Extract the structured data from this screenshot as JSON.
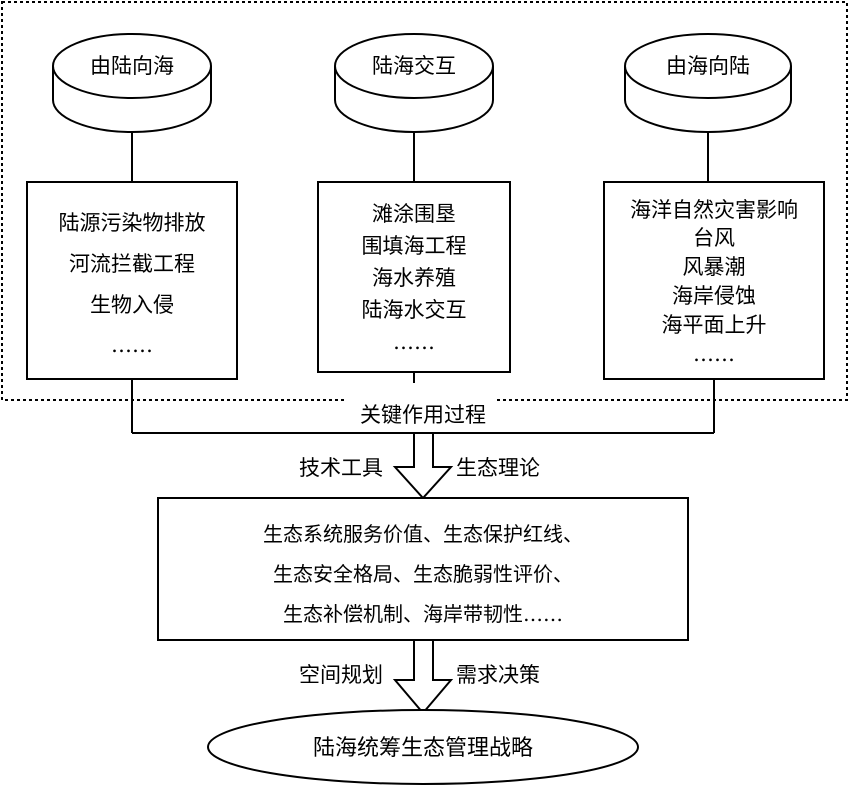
{
  "top_columns": [
    {
      "cylinder_label": "由陆向海",
      "items": [
        "陆源污染物排放",
        "河流拦截工程",
        "生物入侵",
        "……"
      ]
    },
    {
      "cylinder_label": "陆海交互",
      "items": [
        "滩涂围垦",
        "围填海工程",
        "海水养殖",
        "陆海水交互",
        "……"
      ]
    },
    {
      "cylinder_label": "由海向陆",
      "items": [
        "海洋自然灾害影响",
        "台风",
        "风暴潮",
        "海岸侵蚀",
        "海平面上升",
        "……"
      ]
    }
  ],
  "key_process_label": "关键作用过程",
  "arrow1": {
    "left_label": "技术工具",
    "right_label": "生态理论"
  },
  "middle_box": {
    "lines": [
      "生态系统服务价值、生态保护红线、",
      "生态安全格局、生态脆弱性评价、",
      "生态补偿机制、海岸带韧性……"
    ]
  },
  "arrow2": {
    "left_label": "空间规划",
    "right_label": "需求决策"
  },
  "final_label": "陆海统筹生态管理战略"
}
